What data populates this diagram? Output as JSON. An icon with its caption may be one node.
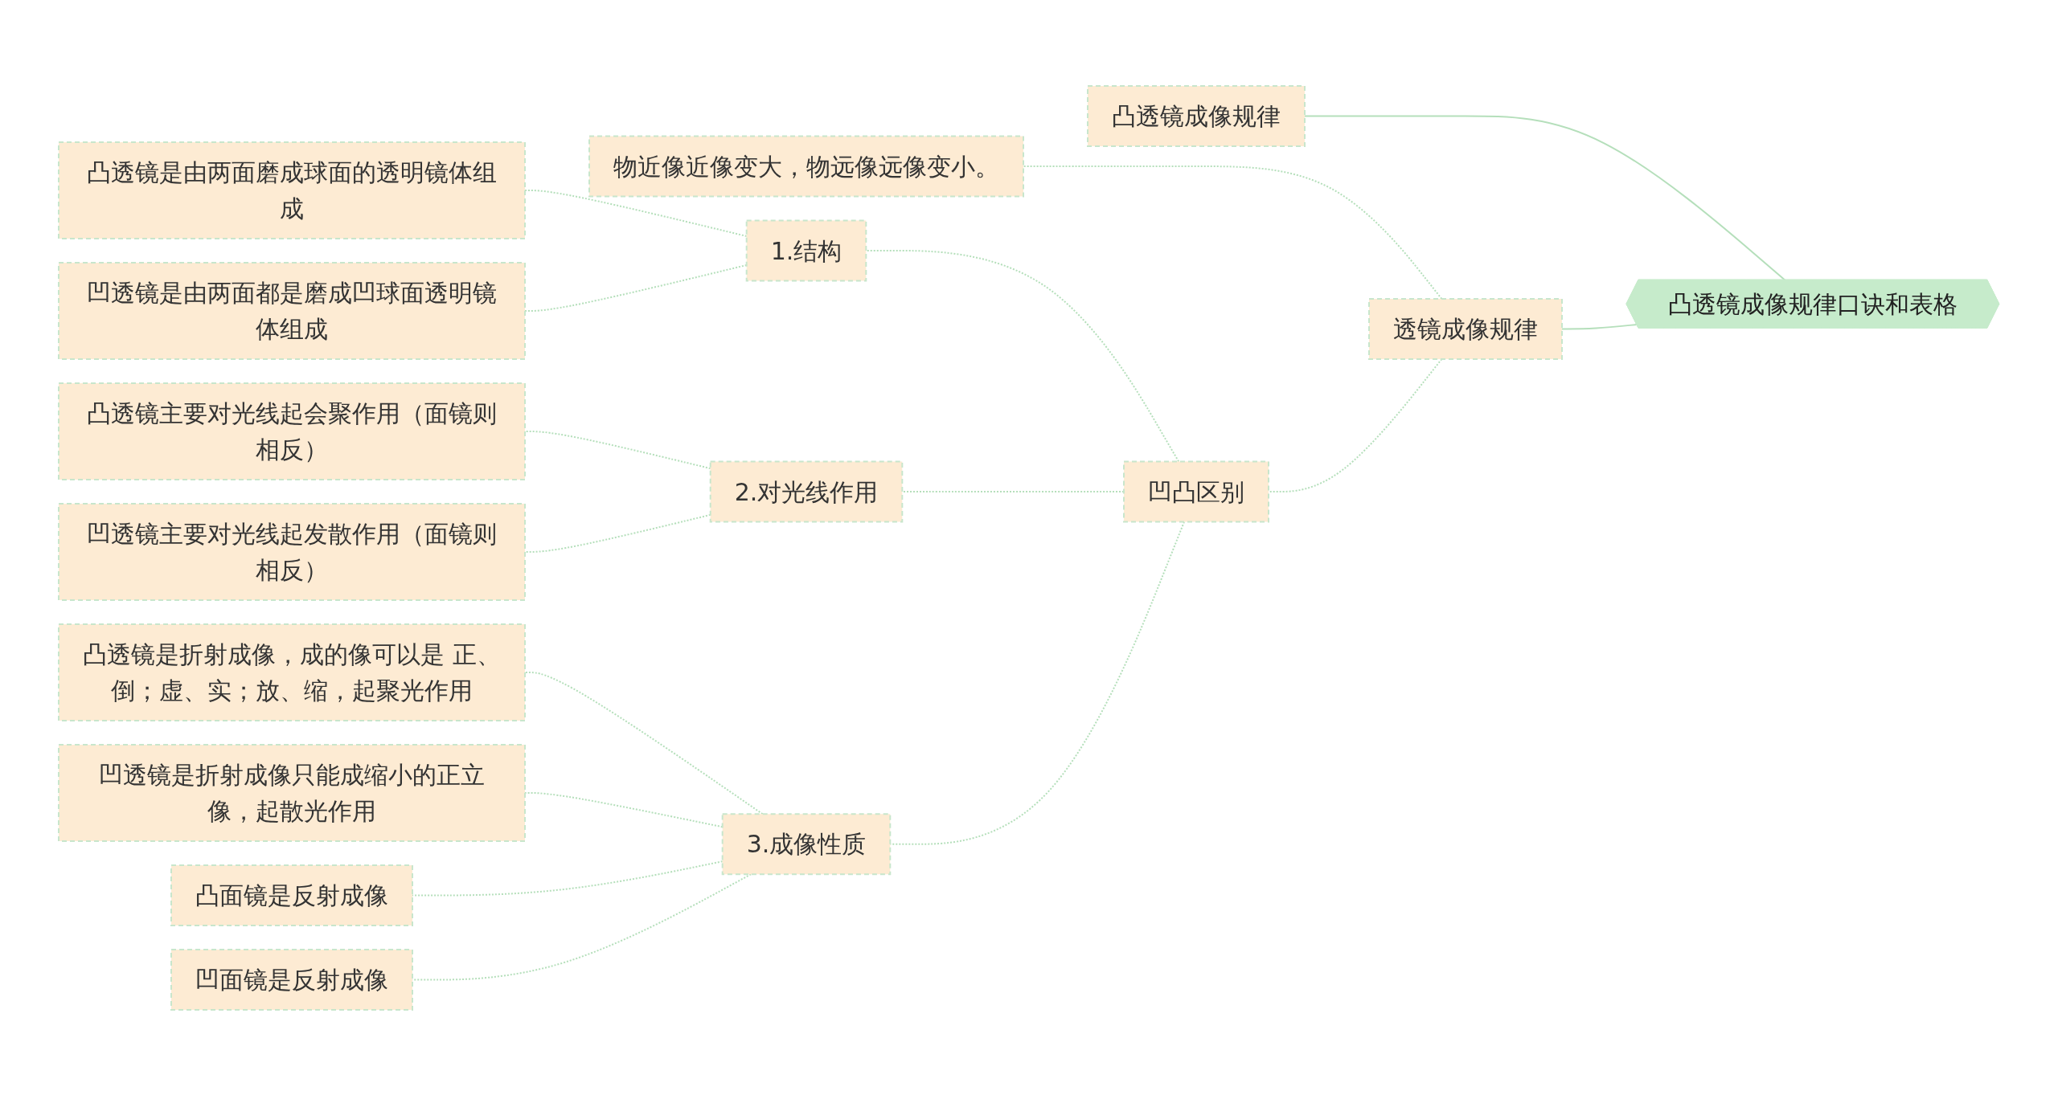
{
  "diagram": {
    "nodes": [
      {
        "text": [
          "凸透镜成像规律口诀和表格"
        ]
      },
      {
        "text": [
          "凸透镜成像规律"
        ]
      },
      {
        "text": [
          "透镜成像规律"
        ]
      },
      {
        "text": [
          "物近像近像变大，物远像远像变小。"
        ]
      },
      {
        "text": [
          "凹凸区别"
        ]
      },
      {
        "text": [
          "1.结构"
        ]
      },
      {
        "text": [
          "凸透镜是由两面磨成球面的透明镜体组成"
        ]
      },
      {
        "text": [
          "凹透镜是由两面都是磨成凹球面透明镜体组成"
        ]
      },
      {
        "text": [
          "2.对光线作用"
        ]
      },
      {
        "text": [
          "凸透镜主要对光线起会聚作用（面镜则相反）"
        ]
      },
      {
        "text": [
          "凹透镜主要对光线起发散作用（面镜则相反）"
        ]
      },
      {
        "text": [
          "3.成像性质"
        ]
      },
      {
        "text": [
          "凸透镜是折射成像，成的像可以是 正、倒；虚、实；放、缩，起聚光作用"
        ]
      },
      {
        "text": [
          "凹透镜是折射成像只能成缩小的正立像，起散光作用"
        ]
      },
      {
        "text": [
          "凸面镜是反射成像"
        ]
      },
      {
        "text": [
          "凹面镜是反射成像"
        ]
      }
    ],
    "edges": [
      {
        "from": 0,
        "to": 1,
        "arrow": "none"
      },
      {
        "from": 0,
        "to": 2,
        "arrow": "none"
      },
      {
        "from": 2,
        "to": 3,
        "arrow": "none",
        "style": "dashed"
      },
      {
        "from": 2,
        "to": 4,
        "arrow": "none",
        "style": "dashed"
      },
      {
        "from": 4,
        "to": 5,
        "arrow": "none",
        "style": "dashed"
      },
      {
        "from": 4,
        "to": 8,
        "arrow": "none",
        "style": "dashed"
      },
      {
        "from": 4,
        "to": 11,
        "arrow": "none",
        "style": "dashed"
      },
      {
        "from": 5,
        "to": 6,
        "arrow": "none",
        "style": "dashed"
      },
      {
        "from": 5,
        "to": 7,
        "arrow": "none",
        "style": "dashed"
      },
      {
        "from": 8,
        "to": 9,
        "arrow": "none",
        "style": "dashed"
      },
      {
        "from": 8,
        "to": 10,
        "arrow": "none",
        "style": "dashed"
      },
      {
        "from": 11,
        "to": 12,
        "arrow": "none",
        "style": "dashed"
      },
      {
        "from": 11,
        "to": 13,
        "arrow": "none",
        "style": "dashed"
      },
      {
        "from": 11,
        "to": 14,
        "arrow": "none",
        "style": "dashed"
      },
      {
        "from": 11,
        "to": 15,
        "arrow": "none",
        "style": "dashed"
      }
    ]
  }
}
